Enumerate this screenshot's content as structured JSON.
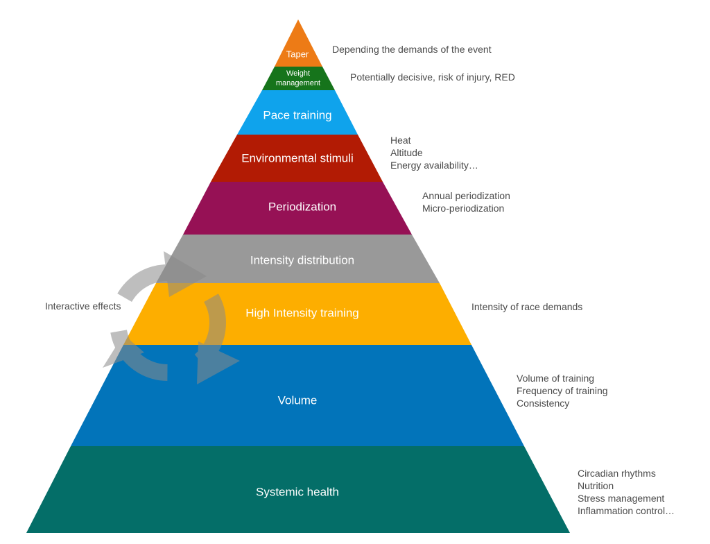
{
  "pyramid": {
    "levels": [
      {
        "id": "taper",
        "label": "Taper",
        "color": "#ED7B16"
      },
      {
        "id": "weight-management",
        "label_line1": "Weight",
        "label_line2": "management",
        "color": "#16741B"
      },
      {
        "id": "pace-training",
        "label": "Pace training",
        "color": "#0FA3EC"
      },
      {
        "id": "environmental-stimuli",
        "label": "Environmental stimuli",
        "color": "#B21B04"
      },
      {
        "id": "periodization",
        "label": "Periodization",
        "color": "#961155"
      },
      {
        "id": "intensity-distribution",
        "label": "Intensity distribution",
        "color": "#999999"
      },
      {
        "id": "high-intensity-training",
        "label": "High Intensity training",
        "color": "#FDAE00"
      },
      {
        "id": "volume",
        "label": "Volume",
        "color": "#0274BA"
      },
      {
        "id": "systemic-health",
        "label": "Systemic health",
        "color": "#046E68"
      }
    ]
  },
  "notes": {
    "taper": [
      "Depending the demands of the event"
    ],
    "weight_management": [
      "Potentially decisive, risk of injury, RED"
    ],
    "environmental": [
      "Heat",
      "Altitude",
      "Energy availability…"
    ],
    "periodization": [
      "Annual periodization",
      "Micro-periodization"
    ],
    "high_intensity": [
      "Intensity of race demands"
    ],
    "volume": [
      "Volume of training",
      "Frequency of training",
      "Consistency"
    ],
    "systemic_health": [
      "Circadian rhythms",
      "Nutrition",
      "Stress management",
      "Inflammation control…"
    ]
  },
  "interactive_effects": "Interactive effects",
  "cycle_icon": "refresh-cycle-icon"
}
